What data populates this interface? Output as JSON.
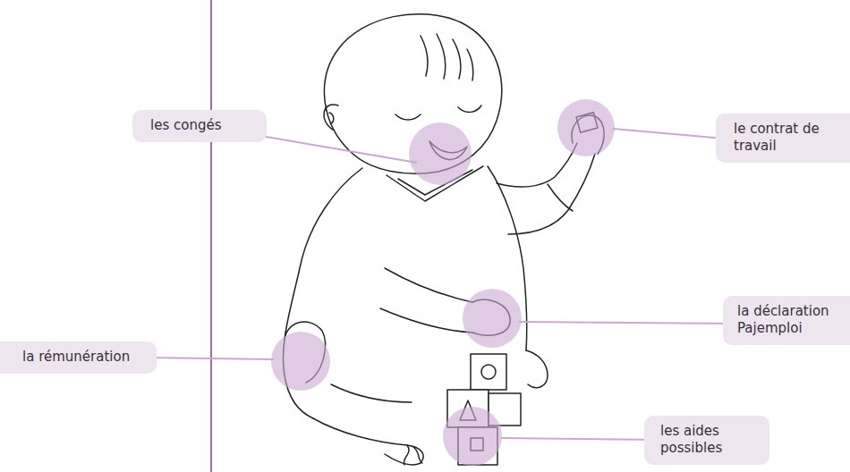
{
  "diagram": {
    "nodes": [
      {
        "text": [
          "les congés"
        ]
      },
      {
        "text": [
          "le contrat de travail"
        ]
      },
      {
        "text": [
          "la déclaration Pajemploi"
        ]
      },
      {
        "text": [
          "la rémunération"
        ]
      },
      {
        "text": [
          "les aides possibles"
        ]
      }
    ]
  }
}
